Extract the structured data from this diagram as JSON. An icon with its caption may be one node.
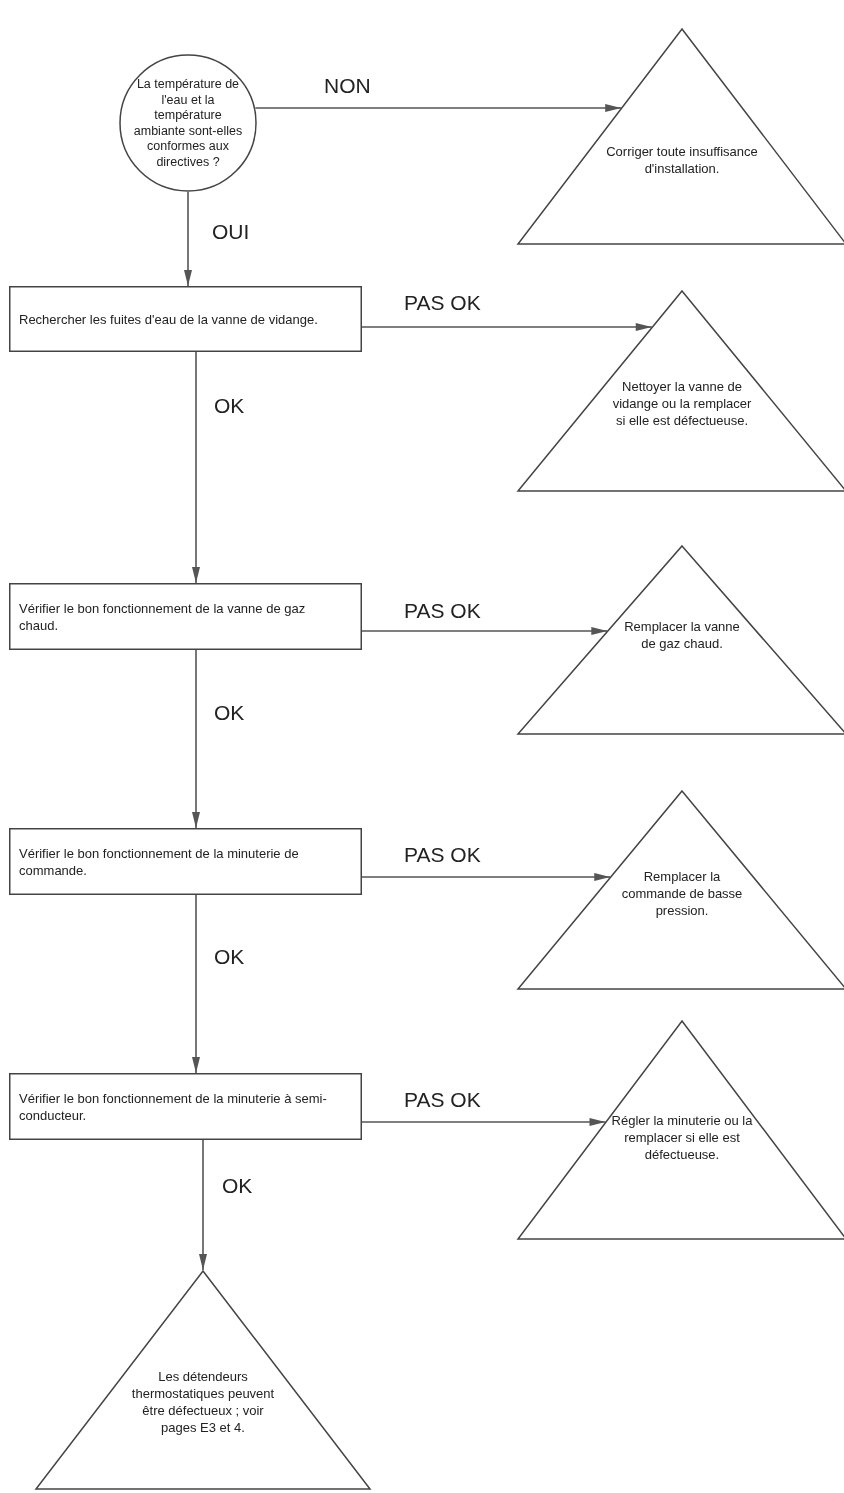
{
  "diagram": {
    "nodes": [
      {
        "text": [
          "La température de l'eau et la température ambiante sont-elles conformes aux directives ?"
        ]
      },
      {
        "text": [
          "Corriger toute insuffisance d'installation."
        ]
      },
      {
        "text": [
          "Rechercher les fuites d'eau de la vanne de vidange."
        ]
      },
      {
        "text": [
          "Nettoyer la vanne de vidange ou la remplacer si elle est défectueuse."
        ]
      },
      {
        "text": [
          "Vérifier le bon fonctionnement de la vanne de gaz chaud."
        ]
      },
      {
        "text": [
          "Remplacer la vanne de gaz chaud."
        ]
      },
      {
        "text": [
          "Vérifier le bon fonctionnement de la minuterie de commande."
        ]
      },
      {
        "text": [
          "Remplacer la commande de basse pression."
        ]
      },
      {
        "text": [
          "Vérifier le bon fonctionnement de la minuterie à semi-conducteur."
        ]
      },
      {
        "text": [
          "Régler la minuterie ou la remplacer si elle est défectueuse."
        ]
      },
      {
        "text": [
          "Les détendeurs thermostatiques peuvent être défectueux ; voir pages E3 et 4."
        ]
      }
    ],
    "edges": [
      {
        "from": 0,
        "to": 1,
        "arrow": "to",
        "label": "NON"
      },
      {
        "from": 0,
        "to": 2,
        "arrow": "to",
        "label": "OUI"
      },
      {
        "from": 2,
        "to": 3,
        "arrow": "to",
        "label": "PAS OK"
      },
      {
        "from": 2,
        "to": 4,
        "arrow": "to",
        "label": "OK"
      },
      {
        "from": 4,
        "to": 5,
        "arrow": "to",
        "label": "PAS OK"
      },
      {
        "from": 4,
        "to": 6,
        "arrow": "to",
        "label": "OK"
      },
      {
        "from": 6,
        "to": 7,
        "arrow": "to",
        "label": "PAS OK"
      },
      {
        "from": 6,
        "to": 8,
        "arrow": "to",
        "label": "OK"
      },
      {
        "from": 8,
        "to": 9,
        "arrow": "to",
        "label": "PAS OK"
      },
      {
        "from": 8,
        "to": 10,
        "arrow": "to",
        "label": "OK"
      }
    ]
  }
}
